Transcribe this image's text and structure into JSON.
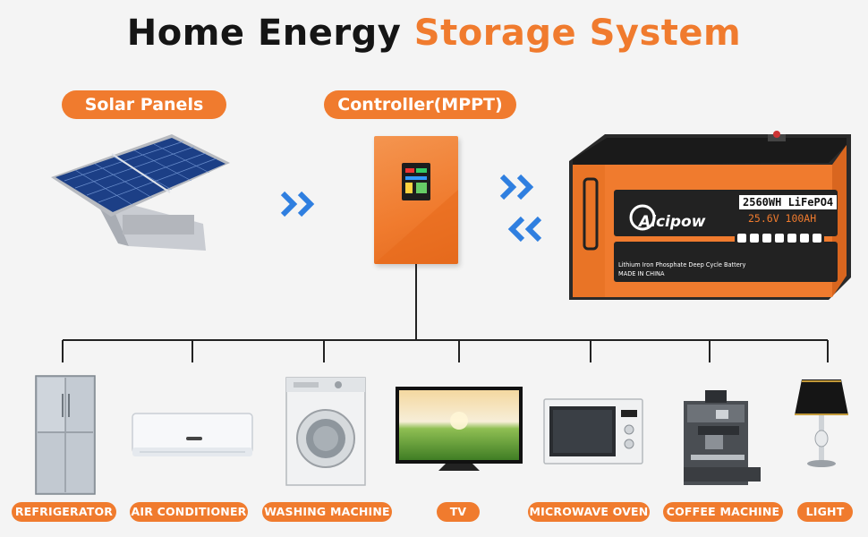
{
  "title": {
    "part1": "Home Energy",
    "part2": "Storage System"
  },
  "top_labels": {
    "solar": "Solar Panels",
    "controller": "Controller(MPPT)"
  },
  "battery": {
    "brand": "Aicipow",
    "capacity": "2560WH LiFePO4",
    "voltage": "25.6V 100AH",
    "description": "Lithium Iron Phosphate Deep Cycle Battery",
    "made_in": "MADE IN CHINA"
  },
  "appliances": [
    {
      "label": "REFRIGERATOR"
    },
    {
      "label": "AIR CONDITIONER"
    },
    {
      "label": "WASHING MACHINE"
    },
    {
      "label": "TV"
    },
    {
      "label": "MICROWAVE OVEN"
    },
    {
      "label": "COFFEE MACHINE"
    },
    {
      "label": "LIGHT"
    }
  ],
  "colors": {
    "accent": "#f07b2e",
    "arrow": "#2f7fe0",
    "text_dark": "#151515",
    "background": "#f4f4f4"
  }
}
